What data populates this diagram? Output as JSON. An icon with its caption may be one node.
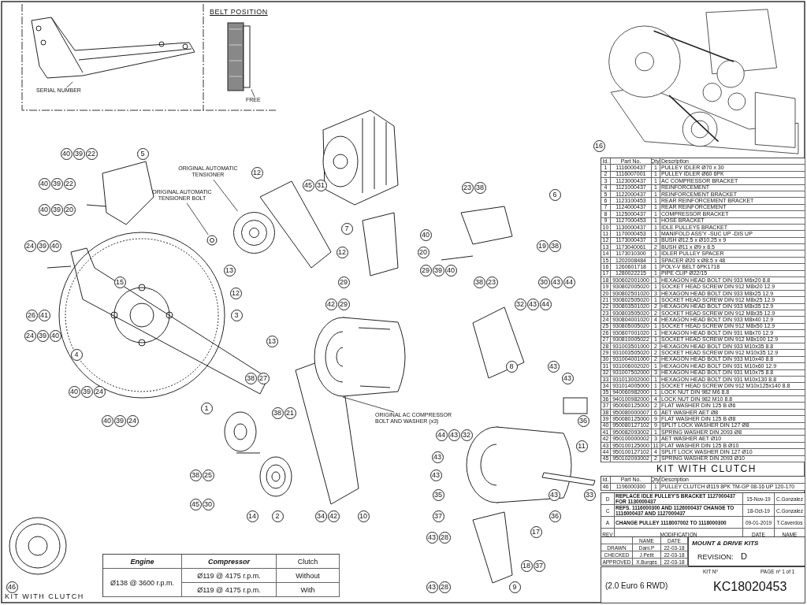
{
  "diagram": {
    "nodes": [
      {
        "text": [
          "SERIAL NUMBER"
        ]
      },
      {
        "text": [],
        "shape": "picture"
      },
      {
        "text": [
          "FREE"
        ]
      },
      {
        "text": [],
        "shape": "picture"
      },
      {
        "text": [
          "ORIGINAL AUTOMATIC TENSIONER"
        ]
      },
      {
        "text": [],
        "shape": "picture"
      },
      {
        "text": [
          "ORIGINAL AUTOMATIC TENSIONER BOLT"
        ]
      },
      {
        "text": [],
        "shape": "picture"
      },
      {
        "text": [
          "ORIGINAL AC COMPRESSOR BOLT AND WASHER (x3)"
        ]
      },
      {
        "text": [],
        "shape": "picture"
      }
    ],
    "edges": [
      {
        "from": 0,
        "to": 1,
        "arrow": "none"
      },
      {
        "from": 2,
        "to": 3,
        "arrow": "none"
      },
      {
        "from": 4,
        "to": 5,
        "arrow": "none"
      },
      {
        "from": 6,
        "to": 7,
        "arrow": "none"
      },
      {
        "from": 8,
        "to": 9,
        "arrow": "none"
      }
    ],
    "labels": [
      "BELT POSITION",
      "40",
      "39",
      "22",
      "5",
      "16",
      "12",
      "40",
      "39",
      "22",
      "45",
      "31",
      "23",
      "38",
      "6",
      "40",
      "39",
      "20",
      "7",
      "40",
      "24",
      "39",
      "40",
      "19",
      "38",
      "12",
      "20",
      "13",
      "29",
      "39",
      "40",
      "15",
      "29",
      "38",
      "23",
      "30",
      "43",
      "44",
      "12",
      "42",
      "29",
      "32",
      "43",
      "44",
      "26",
      "41",
      "3",
      "24",
      "39",
      "40",
      "13",
      "4",
      "8",
      "43",
      "38",
      "27",
      "43",
      "40",
      "39",
      "24",
      "1",
      "38",
      "21",
      "40",
      "39",
      "24",
      "36",
      "44",
      "43",
      "32",
      "11",
      "43",
      "38",
      "25",
      "43",
      "35",
      "43",
      "33",
      "45",
      "30",
      "14",
      "2",
      "34",
      "42",
      "10",
      "37",
      "36",
      "17",
      "43",
      "28",
      "18",
      "37",
      "46",
      "43",
      "28",
      "9",
      "Id.",
      "Part No.",
      "Qty.",
      "Description",
      "1",
      "1116000437",
      "1",
      "PULLEY IDLER Ø70 x 30",
      "2",
      "1116007001",
      "1",
      "PULLEY IDLER Ø60 6PK",
      "3",
      "1123000437",
      "1",
      "AC COMPRESSOR BRACKET",
      "4",
      "1121000437",
      "1",
      "REINFORCEMENT",
      "5",
      "1122000437",
      "1",
      "REINFORCEMENT BRACKET",
      "6",
      "1123100453",
      "1",
      "REAR REINFORCEMENT BRACKET",
      "7",
      "1124000437",
      "1",
      "REAR REINFORCEMENT",
      "8",
      "1125000437",
      "1",
      "COMPRESSOR BRACKET",
      "9",
      "1127000453",
      "1",
      "HOSE BRACKET",
      "10",
      "1130000437",
      "1",
      "IDLE PULLEYS BRACKET",
      "11",
      "1170000453",
      "1",
      "MANIFOLD ASS'Y -SUC UP -DIS UP",
      "12",
      "1173000437",
      "3",
      "BUSH Ø12.5 x Ø10.25 x 9",
      "13",
      "1173040061",
      "2",
      "BUSH Ø11 x Ø9 x 8.5",
      "14",
      "1173010300",
      "1",
      "IDLER PULLEY SPACER",
      "15",
      "1202008484",
      "1",
      "SPACER Ø20 x Ø8.5 x 48",
      "16",
      "1260601718",
      "1",
      "POLY-V BELT 6PK1718",
      "17",
      "1280022215",
      "1",
      "PIPE CLIP Ø22/15",
      "18",
      "930602001000",
      "1",
      "HEXAGON HEAD BOLT DIN 933 M6x20 8.8",
      "19",
      "930802005020",
      "1",
      "SOCKET HEAD SCREW DIN 912 M8x20 12.9",
      "20",
      "930802501020",
      "3",
      "HEXAGON HEAD BOLT DIN 933 M8x25 12.9",
      "21",
      "930802505020",
      "1",
      "SOCKET HEAD SCREW DIN 912 M8x25 12.9",
      "22",
      "930803501020",
      "2",
      "HEXAGON HEAD BOLT DIN 933 M8x35 12.9",
      "23",
      "930803505020",
      "2",
      "SOCKET HEAD SCREW DIN 912 M8x35 12.9",
      "24",
      "930804001020",
      "4",
      "HEXAGON HEAD BOLT DIN 933 M8x40 12.9",
      "25",
      "930805005020",
      "1",
      "SOCKET HEAD SCREW DIN 912 M8x50 12.9",
      "26",
      "930807001020",
      "1",
      "HEXAGON HEAD BOLT DIN 931 M8x70 12.9",
      "27",
      "930810005022",
      "1",
      "SOCKET HEAD SCREW DIN 912 M8x100 12.9",
      "28",
      "931003501000",
      "2",
      "HEXAGON HEAD BOLT DIN 933 M10x35 8.8",
      "29",
      "931003505020",
      "2",
      "SOCKET HEAD SCREW DIN 912 M10x35 12.9",
      "30",
      "931004001000",
      "2",
      "HEXAGON HEAD BOLT DIN 933 M10x40 8.8",
      "31",
      "931006002020",
      "1",
      "HEXAGON HEAD BOLT DIN 931 M10x60 12.9",
      "32",
      "931007502000",
      "3",
      "HEXAGON HEAD BOLT DIN 931 M10x75 8.8",
      "33",
      "931013002000",
      "1",
      "HEXAGON HEAD BOLT DIN 931 M10x130 8.8",
      "34",
      "931014005000",
      "1",
      "SOCKET HEAD SCREW DIN 912 M10x125x140 8.8",
      "35",
      "940060982000",
      "1",
      "LOCK NUT DIN 982 M6 8.8",
      "36",
      "940100982000",
      "4",
      "LOCK NUT DIN 982 M10 8.8",
      "37",
      "950060125000",
      "2",
      "FLAT WASHER DIN 125 B Ø6",
      "38",
      "950080000007",
      "6",
      "AET WASHER AET Ø8",
      "39",
      "950080125000",
      "9",
      "FLAT WASHER DIN 125 B Ø8",
      "40",
      "950080127102",
      "9",
      "SPLIT LOCK WASHER DIN 127 Ø8",
      "41",
      "950082093002",
      "1",
      "SPRING WASHER DIN 2093 Ø8",
      "42",
      "950100000002",
      "3",
      "AET WASHER AET Ø10",
      "43",
      "950100125000",
      "11",
      "FLAT WASHER DIN 125 B Ø10",
      "44",
      "950100127102",
      "4",
      "SPLIT LOCK WASHER DIN 127 Ø10",
      "45",
      "950102093002",
      "2",
      "SPRING WASHER DIN 2093 Ø10",
      "KIT WITH CLUTCH",
      "Id.",
      "Part No.",
      "Qty.",
      "Description",
      "46",
      "1196000300",
      "1",
      "PULLEY CLUTCH Ø119 8PK TM-GP 08-16 UP 120-170",
      "D",
      "REPLACE IDLE PULLEY'S BRACKET 1127000437 FOR 1130000437",
      "15-Nov-19",
      "C.Gonzalez",
      "C",
      "REFS. 1116000300 AND 1126000437 CHANGE TO 1116000437 AND 1127000437",
      "18-Oct-19",
      "C.Gonzalez",
      "A",
      "CHANGE PULLEY 1118007002 TO 1118000300",
      "09-01-2019",
      "T.Caverdos",
      "REV",
      "MODIFICATION",
      "DATE",
      "NAME",
      "NAME",
      "DATE",
      "DRAWN",
      "Dani.P",
      "22-03-18",
      "CHECKED",
      "J.Petit",
      "22-03-18",
      "APPROVED",
      "X.Burgès",
      "22-03-18",
      "MOUNT & DRIVE KITS",
      "REVISION:",
      "D",
      "(2.0 Euro 6 RWD)",
      "KIT Nº",
      "PAGE nº 1 of 1",
      "KC18020453",
      "Engine",
      "Compressor",
      "Clutch",
      "Ø138 @ 3600 r.p.m.",
      "Ø119 @ 4175 r.p.m.",
      "Without",
      "Ø119 @ 4175 r.p.m.",
      "With",
      "KIT WITH CLUTCH"
    ]
  }
}
